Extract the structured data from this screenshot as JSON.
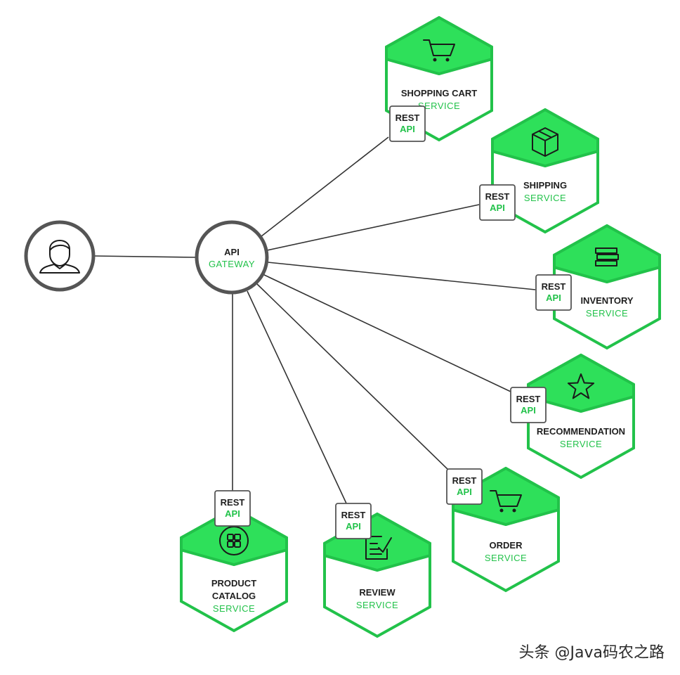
{
  "gateway": {
    "line1": "API",
    "line2": "GATEWAY"
  },
  "badge": {
    "line1": "REST",
    "line2": "API"
  },
  "services": [
    {
      "id": "shopping-cart",
      "icon": "cart-icon",
      "lines": [
        "SHOPPING CART"
      ],
      "suffix": "SERVICE"
    },
    {
      "id": "shipping",
      "icon": "package-icon",
      "lines": [
        "SHIPPING"
      ],
      "suffix": "SERVICE"
    },
    {
      "id": "inventory",
      "icon": "stack-icon",
      "lines": [
        "INVENTORY"
      ],
      "suffix": "SERVICE"
    },
    {
      "id": "recommendation",
      "icon": "star-icon",
      "lines": [
        "RECOMMENDATION"
      ],
      "suffix": "SERVICE"
    },
    {
      "id": "order",
      "icon": "cart-icon",
      "lines": [
        "ORDER"
      ],
      "suffix": "SERVICE"
    },
    {
      "id": "review",
      "icon": "review-icon",
      "lines": [
        "REVIEW"
      ],
      "suffix": "SERVICE"
    },
    {
      "id": "product-catalog",
      "icon": "grid-icon",
      "lines": [
        "PRODUCT",
        "CATALOG"
      ],
      "suffix": "SERVICE"
    }
  ],
  "watermark": "头条 @Java码农之路",
  "colors": {
    "green": "#22c24a",
    "green_light": "#2ee05a",
    "node_border": "#555555",
    "line": "#333333"
  }
}
